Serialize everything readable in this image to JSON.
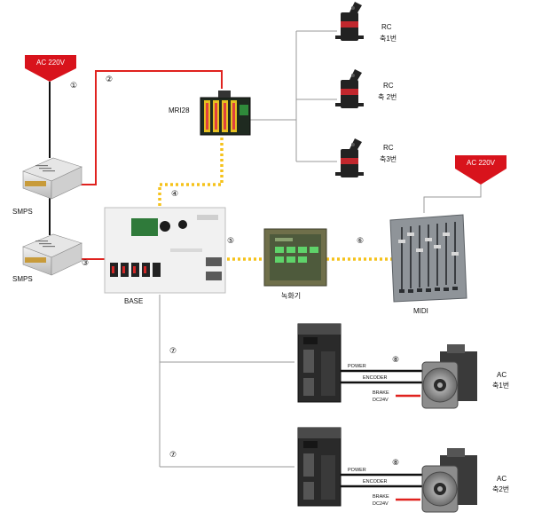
{
  "ac_sources": [
    {
      "id": "ac-left",
      "label": "AC 220V"
    },
    {
      "id": "ac-right",
      "label": "AC 220V"
    }
  ],
  "components": {
    "smps_top": "SMPS",
    "smps_bottom": "SMPS",
    "base": "BASE",
    "mri28": "MRI28",
    "recorder": "녹화기",
    "midi": "MIDI",
    "rc1": [
      "RC",
      "축1번"
    ],
    "rc2": [
      "RC",
      "축 2번"
    ],
    "rc3": [
      "RC",
      "축3번"
    ],
    "ac_motor1": [
      "AC",
      "축1번"
    ],
    "ac_motor2": [
      "AC",
      "축2번"
    ]
  },
  "cable_labels": {
    "power": "POWER",
    "encoder": "ENCODER",
    "brake": "BRAKE",
    "dc24v": "DC24V"
  },
  "connection_numbers": [
    "①",
    "②",
    "③",
    "④",
    "⑤",
    "⑥",
    "⑦",
    "⑦",
    "⑧",
    "⑧"
  ],
  "colors": {
    "power_line": "#e0221f",
    "data_line": "#f5c21a",
    "signal_line": "#9a9a9a",
    "ac_box": "#d8131c",
    "black_line": "#111111"
  }
}
